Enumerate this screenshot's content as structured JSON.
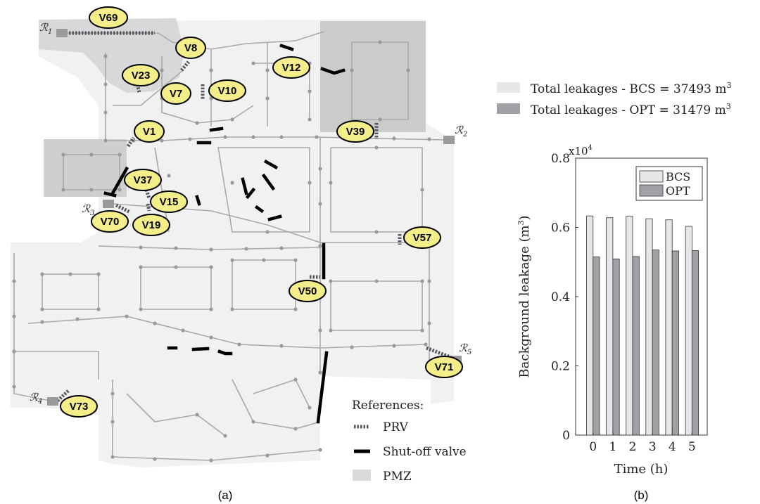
{
  "network": {
    "references_title": "References:",
    "legend": [
      {
        "key": "prv",
        "label": "PRV"
      },
      {
        "key": "shutoff",
        "label": "Shut-off valve"
      },
      {
        "key": "pmz",
        "label": "PMZ"
      }
    ],
    "reservoirs": [
      {
        "id": "r1",
        "label": "ℛ",
        "sub": "1"
      },
      {
        "id": "r2",
        "label": "ℛ",
        "sub": "2"
      },
      {
        "id": "r3",
        "label": "ℛ",
        "sub": "3"
      },
      {
        "id": "r4",
        "label": "ℛ",
        "sub": "4"
      },
      {
        "id": "r5",
        "label": "ℛ",
        "sub": "5"
      }
    ],
    "valves": [
      {
        "id": "v69",
        "label": "V69"
      },
      {
        "id": "v8",
        "label": "V8"
      },
      {
        "id": "v23",
        "label": "V23"
      },
      {
        "id": "v7",
        "label": "V7"
      },
      {
        "id": "v10",
        "label": "V10"
      },
      {
        "id": "v12",
        "label": "V12"
      },
      {
        "id": "v1",
        "label": "V1"
      },
      {
        "id": "v39",
        "label": "V39"
      },
      {
        "id": "v37",
        "label": "V37"
      },
      {
        "id": "v15",
        "label": "V15"
      },
      {
        "id": "v70",
        "label": "V70"
      },
      {
        "id": "v19",
        "label": "V19"
      },
      {
        "id": "v57",
        "label": "V57"
      },
      {
        "id": "v50",
        "label": "V50"
      },
      {
        "id": "v71",
        "label": "V71"
      },
      {
        "id": "v73",
        "label": "V73"
      }
    ],
    "caption": "(a)",
    "colors": {
      "prv": "#555560",
      "shutoff": "#000000",
      "pmz": "#d9d9d9",
      "valve_fill": "#f3ee8a",
      "pipe": "#a9a9a9"
    }
  },
  "totals_legend": [
    {
      "label": "Total leakages - BCS",
      "value": "37493",
      "unit": "m",
      "exp": "3",
      "color": "#e6e7e9"
    },
    {
      "label": "Total leakages - OPT",
      "value": "31479",
      "unit": "m",
      "exp": "3",
      "color": "#a0a2a6"
    }
  ],
  "chart_data": {
    "type": "bar",
    "categories": [
      "0",
      "1",
      "2",
      "3",
      "4",
      "5"
    ],
    "series": [
      {
        "name": "BCS",
        "values": [
          0.633,
          0.628,
          0.632,
          0.625,
          0.622,
          0.603
        ],
        "color": "#e6e7e9"
      },
      {
        "name": "OPT",
        "values": [
          0.515,
          0.509,
          0.516,
          0.535,
          0.532,
          0.533
        ],
        "color": "#a0a2a6"
      }
    ],
    "ylim": [
      0,
      0.8
    ],
    "yticks": [
      "0",
      "0.2",
      "0.4",
      "0.6",
      "0.8"
    ],
    "ytick_values": [
      0,
      0.2,
      0.4,
      0.6,
      0.8
    ],
    "multiplier_base": "x10",
    "multiplier_exp": "4",
    "xlabel": "Time (h)",
    "ylabel": "Background leakage (m",
    "ylabel_exp": "3",
    "ylabel_close": ")",
    "grid": false,
    "legend_position": "top-right",
    "caption": "(b)"
  }
}
